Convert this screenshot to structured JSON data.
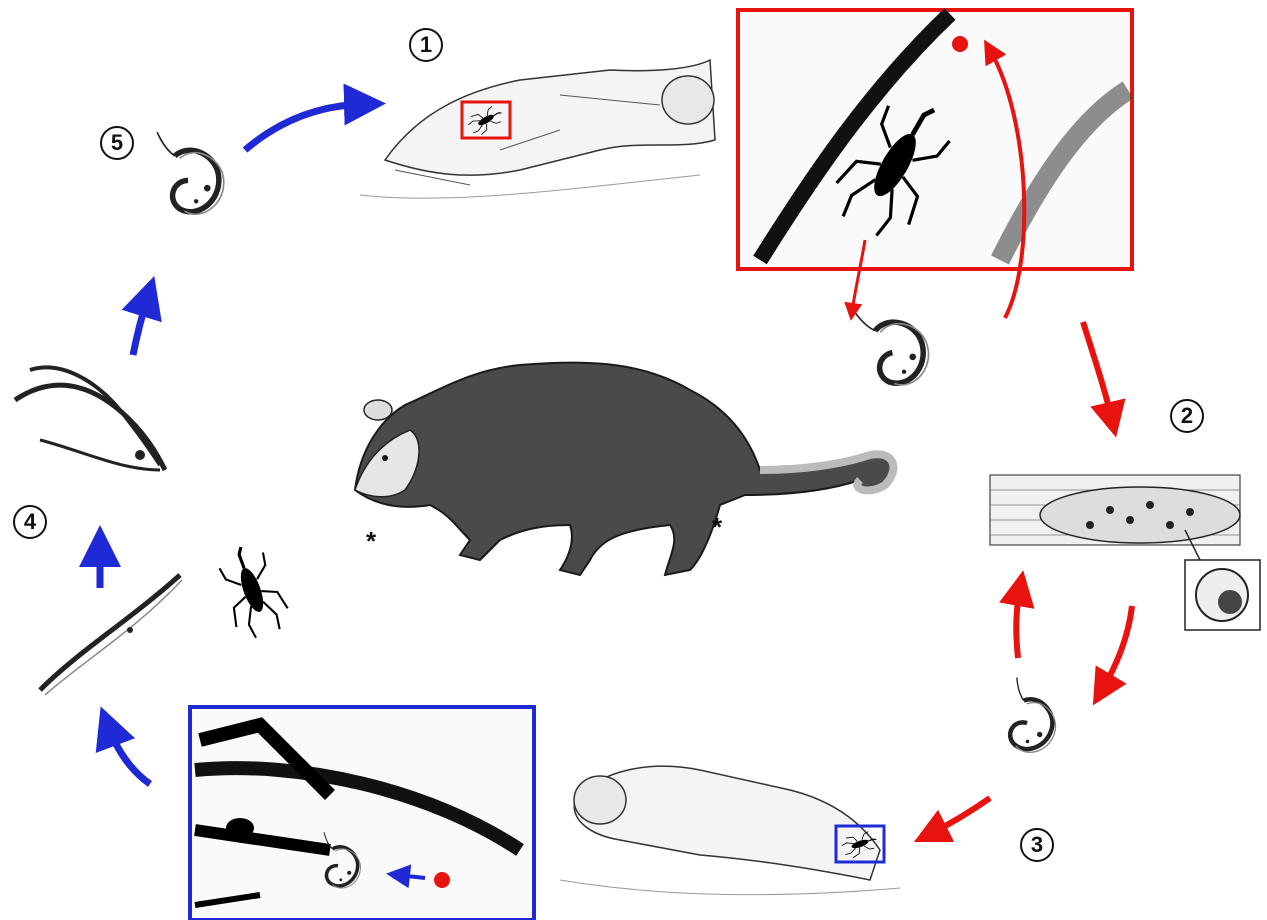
{
  "steps": {
    "s1": "1",
    "s2": "2",
    "s3": "3",
    "s4": "4",
    "s5": "5"
  },
  "markers": {
    "star_left": "*",
    "star_right": "*"
  },
  "colors": {
    "red_path": "#e8130e",
    "blue_path": "#1f2ad6",
    "ink": "#111111"
  },
  "icons": {
    "human_figure": "sleeping-human-icon",
    "insect": "kissing-bug-icon",
    "parasite": "trypanosome-icon",
    "mammal": "opossum-icon"
  }
}
